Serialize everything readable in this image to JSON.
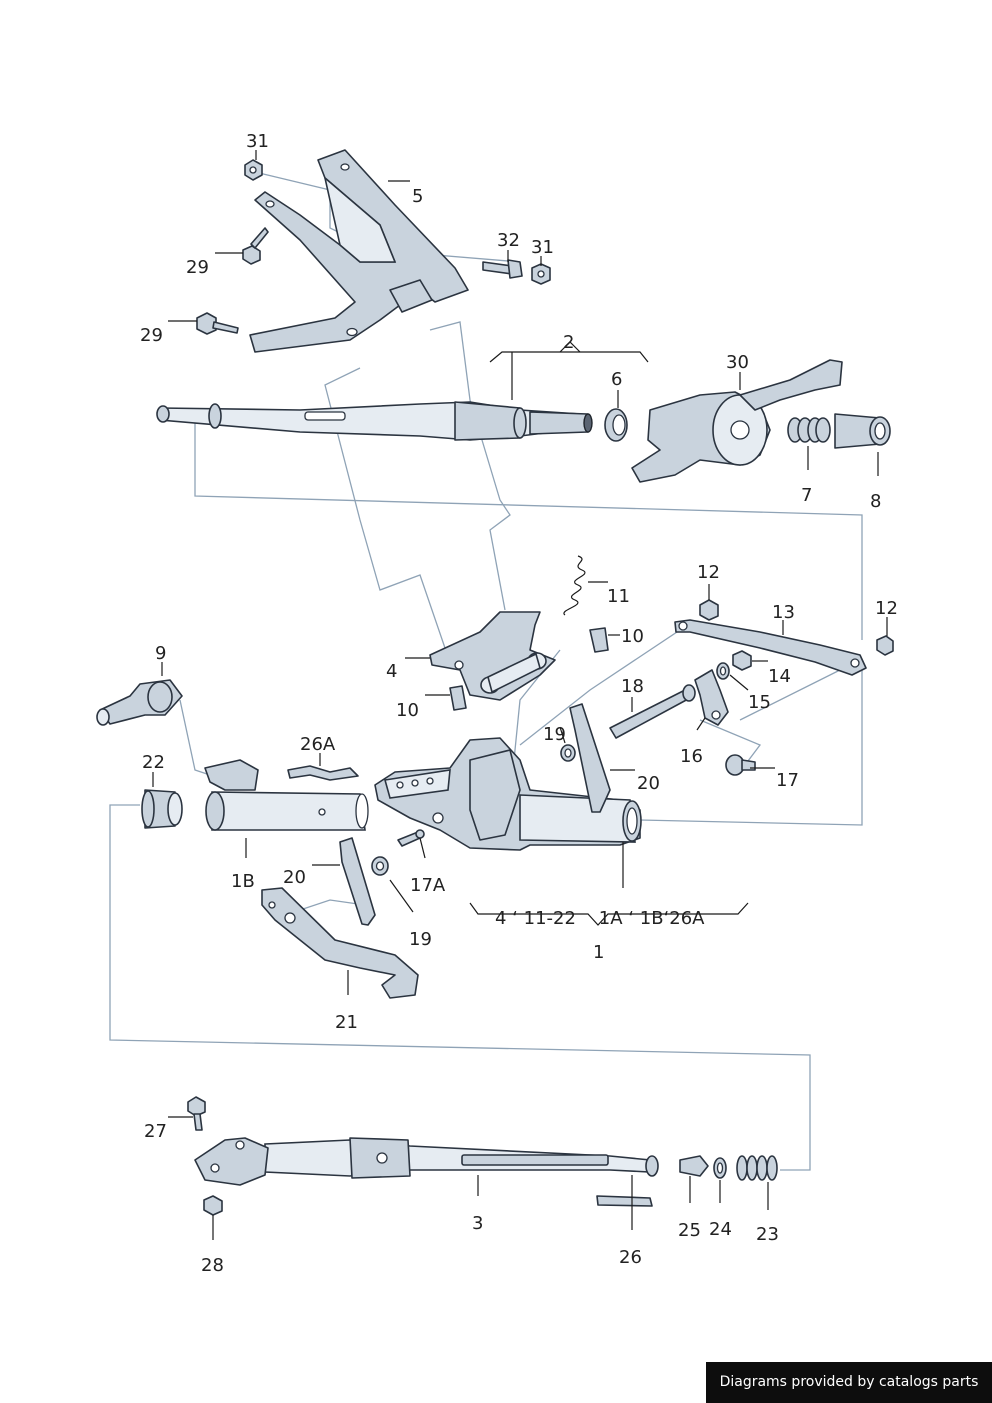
{
  "labels": {
    "l31a": "31",
    "l5": "5",
    "l32": "32",
    "l31b": "31",
    "l29a": "29",
    "l29b": "29",
    "l2": "2",
    "l6": "6",
    "l30": "30",
    "l7": "7",
    "l8": "8",
    "l11": "11",
    "l10a": "10",
    "l4": "4",
    "l10b": "10",
    "l12a": "12",
    "l13": "13",
    "l12b": "12",
    "l14": "14",
    "l15": "15",
    "l18": "18",
    "l16": "16",
    "l17": "17",
    "l9": "9",
    "l26A": "26A",
    "l22": "22",
    "l19a": "19",
    "l20a": "20",
    "l1B": "1B",
    "l20b": "20",
    "l17A": "17A",
    "l19b": "19",
    "l1": "1",
    "l21": "21",
    "l27": "27",
    "l3": "3",
    "l28": "28",
    "l26": "26",
    "l25": "25",
    "l24": "24",
    "l23": "23"
  },
  "group_1_note": "4 ‘ 11-22    1A ‘ 1B‘26A",
  "footer": "Diagrams provided by catalogs parts"
}
